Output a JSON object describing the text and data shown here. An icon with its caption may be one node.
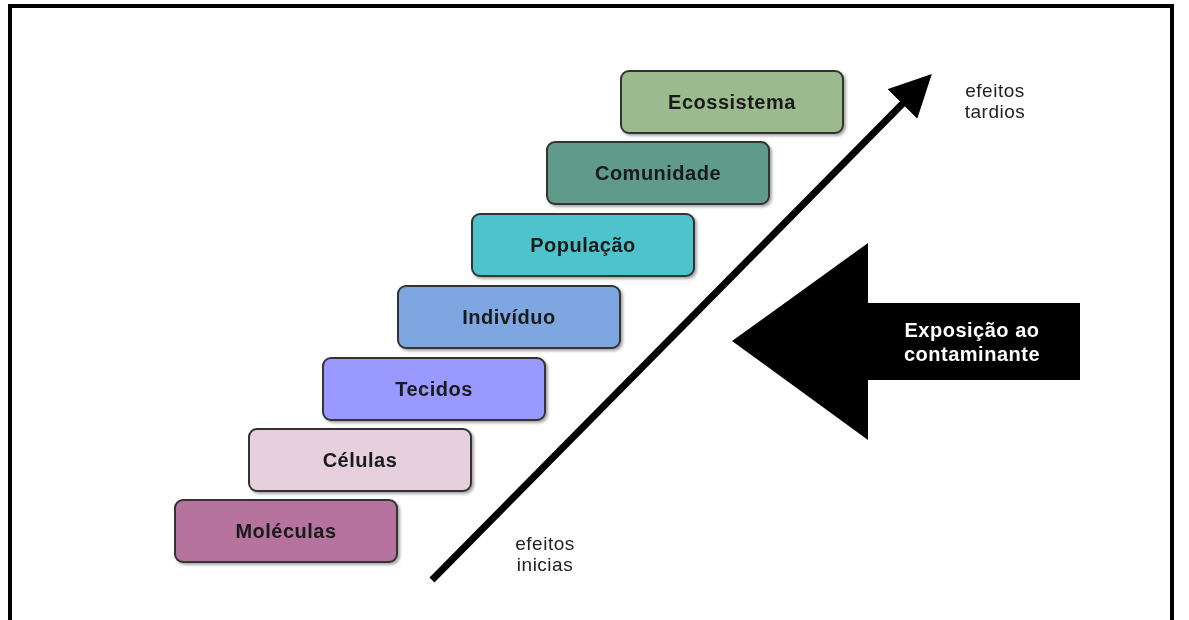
{
  "diagram": {
    "nodes": [
      {
        "text": [
          "Ecossistema"
        ]
      },
      {
        "text": [
          "Comunidade"
        ]
      },
      {
        "text": [
          "População"
        ]
      },
      {
        "text": [
          "Indivíduo"
        ]
      },
      {
        "text": [
          "Tecidos"
        ]
      },
      {
        "text": [
          "Células"
        ]
      },
      {
        "text": [
          "Moléculas"
        ]
      },
      {
        "text": [
          "Exposição ao contaminante"
        ]
      }
    ],
    "edges": [],
    "labels": [
      "efeitos tardios",
      "efeitos inicias"
    ]
  }
}
